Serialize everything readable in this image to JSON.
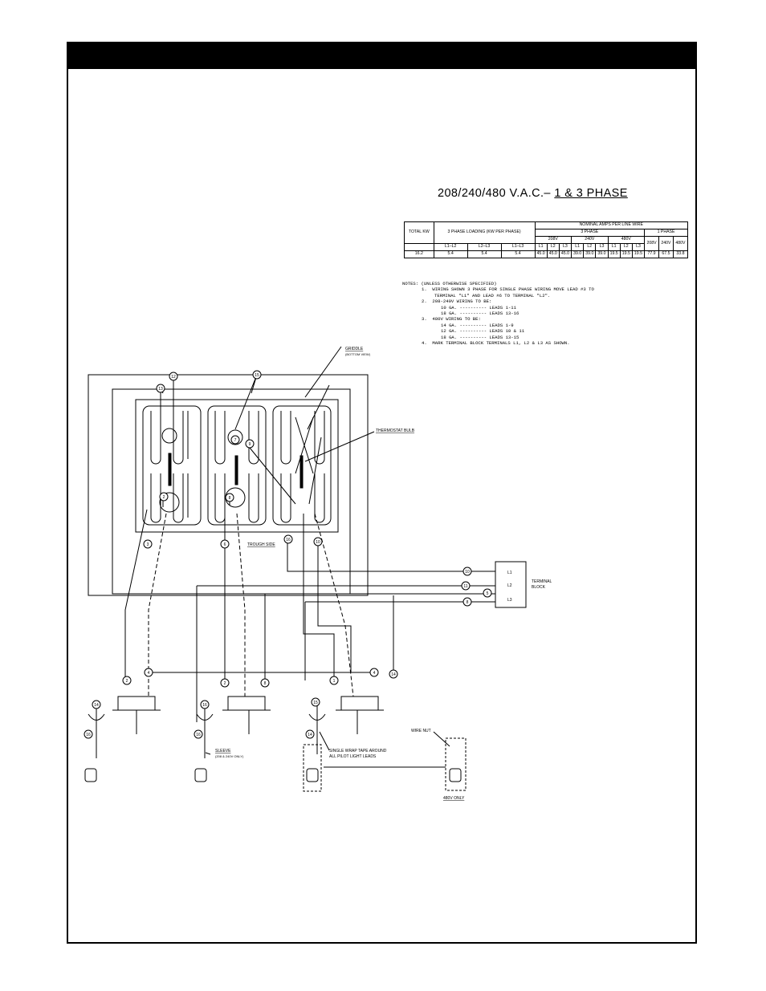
{
  "title": {
    "main": "208/240/480 V.A.C.–",
    "phases": "1 & 3 PHASE"
  },
  "table": {
    "h_total": "TOTAL KW",
    "h_loading": "3 PHASE LOADING (KW PER PHASE)",
    "h_amps": "NOMINAL AMPS PER LINE WIRE",
    "h_3phase": "3 PHASE",
    "h_1phase": "1 PHASE",
    "v208": "208V",
    "v240": "240V",
    "v480": "480V",
    "pairs": [
      "L1–L2",
      "L2–L3",
      "L1–L3"
    ],
    "lines": [
      "L1",
      "L2",
      "L3",
      "L1",
      "L2",
      "L3",
      "L1",
      "L2",
      "L3"
    ],
    "row": [
      "16.2",
      "5.4",
      "5.4",
      "5.4",
      "45.0",
      "45.0",
      "45.0",
      "39.0",
      "39.0",
      "39.0",
      "19.5",
      "19.5",
      "19.5",
      "77.9",
      "67.5",
      "33.8"
    ]
  },
  "notes": {
    "heading": "NOTES: (UNLESS OTHERWISE SPECIFIED)",
    "n1a": "1.  WIRING SHOWN 3 PHASE FOR SINGLE PHASE WIRING MOVE LEAD #3 TO",
    "n1b": "TERMINAL \"L1\" AND LEAD #6 TO TERMINAL \"L2\".",
    "n2": "2.  208-240V WIRING TO BE:",
    "n2a": "10 GA. ---------- LEADS 1-11",
    "n2b": "18 GA. ---------- LEADS 13-16",
    "n3": "3.  480V WIRING TO BE:",
    "n3a": "14 GA. ---------- LEADS 1-9",
    "n3b": "12 GA. ---------- LEADS 10 & 11",
    "n3c": "18 GA. ---------- LEADS 13-15",
    "n4": "4.  MARK TERMINAL BLOCK TERMINALS L1, L2 & L3 AS SHOWN."
  },
  "labels": {
    "griddle": "GRIDDLE",
    "griddle_sub": "(BOTTOM VIEW)",
    "thermostat_bulb": "THERMOSTAT BULB",
    "trough_side": "TROUGH SIDE",
    "terminal_block_1": "TERMINAL",
    "terminal_block_2": "BLOCK",
    "terminals": [
      "L1",
      "L2",
      "L3"
    ],
    "sleeve": "SLEEVE",
    "sleeve_sub": "(208 & 240V ONLY)",
    "tape_1": "SINGLE WRAP TAPE AROUND",
    "tape_2": "ALL PILOT LIGHT LEADS",
    "wire_nut": "WIRE NUT",
    "v480_only": "480V ONLY"
  },
  "lead_numbers": [
    "12",
    "13",
    "15",
    "7",
    "9",
    "2",
    "8",
    "16",
    "11",
    "5",
    "4",
    "3",
    "6",
    "10",
    "14",
    "1"
  ]
}
